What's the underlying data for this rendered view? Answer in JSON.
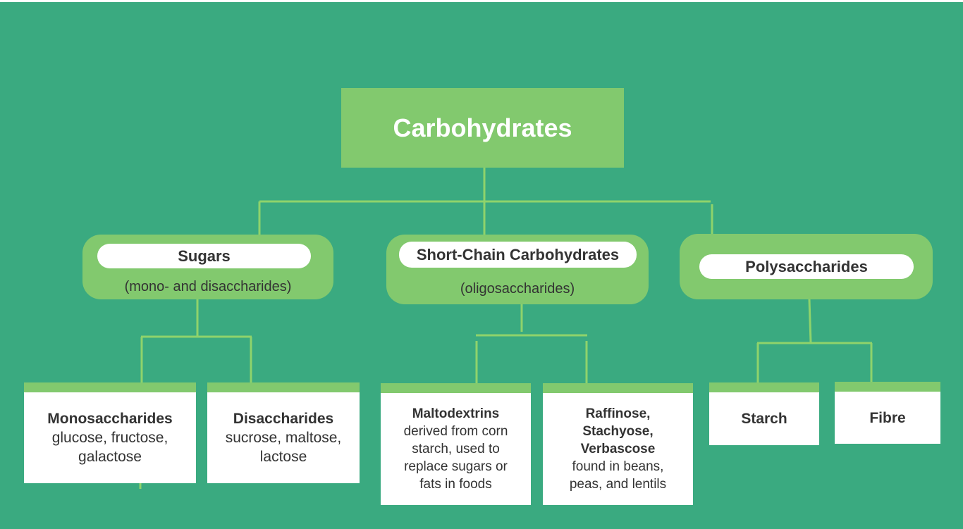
{
  "root": {
    "label": "Carbohydrates"
  },
  "categories": [
    {
      "title": "Sugars",
      "subtitle": "(mono- and disaccharides)"
    },
    {
      "title": "Short-Chain Carbohydrates",
      "subtitle": "(oligosaccharides)"
    },
    {
      "title": "Polysaccharides",
      "subtitle": ""
    }
  ],
  "leaves": [
    {
      "title": "Monosaccharides",
      "desc": "glucose, fructose, galactose"
    },
    {
      "title": "Disaccharides",
      "desc": "sucrose, maltose, lactose"
    },
    {
      "title": "Maltodextrins",
      "desc": "derived from corn starch, used to replace sugars or fats in foods"
    },
    {
      "title": "Raffinose, Stachyose, Verbascose",
      "desc": "found in beans, peas, and lentils"
    },
    {
      "title": "Starch",
      "desc": ""
    },
    {
      "title": "Fibre",
      "desc": ""
    }
  ],
  "colors": {
    "background": "#3aaa80",
    "box_green": "#82c96e",
    "connector": "#8fd36b",
    "text_dark": "#333333",
    "text_light": "#ffffff"
  }
}
